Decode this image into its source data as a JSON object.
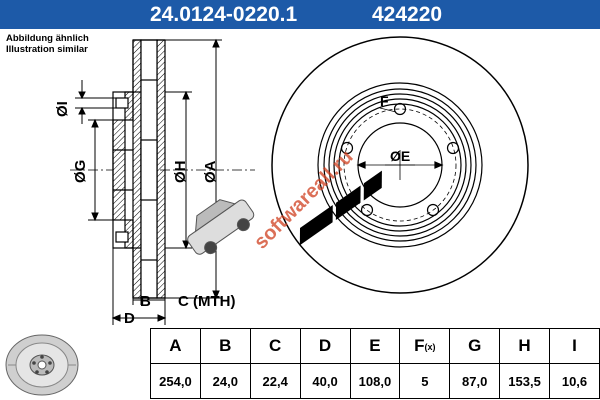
{
  "header": {
    "part_number": "24.0124-0220.1",
    "reference": "424220"
  },
  "note": {
    "line1": "Abbildung ähnlich",
    "line2": "Illustration similar"
  },
  "drawing": {
    "labels": {
      "I": "ØI",
      "G": "ØG",
      "H": "ØH",
      "A": "ØA",
      "E": "ØE",
      "F": "F",
      "B": "B",
      "C": "C (MTH)",
      "D": "D"
    },
    "watermark": "softwareall.ru"
  },
  "spec_table": {
    "headers": [
      "A",
      "B",
      "C",
      "D",
      "E",
      "F",
      "G",
      "H",
      "I"
    ],
    "f_suffix": "(x)",
    "values": [
      "254,0",
      "24,0",
      "22,4",
      "40,0",
      "108,0",
      "5",
      "87,0",
      "153,5",
      "10,6"
    ]
  },
  "colors": {
    "header_bg": "#1d5aa8",
    "watermark": "#d04020"
  }
}
